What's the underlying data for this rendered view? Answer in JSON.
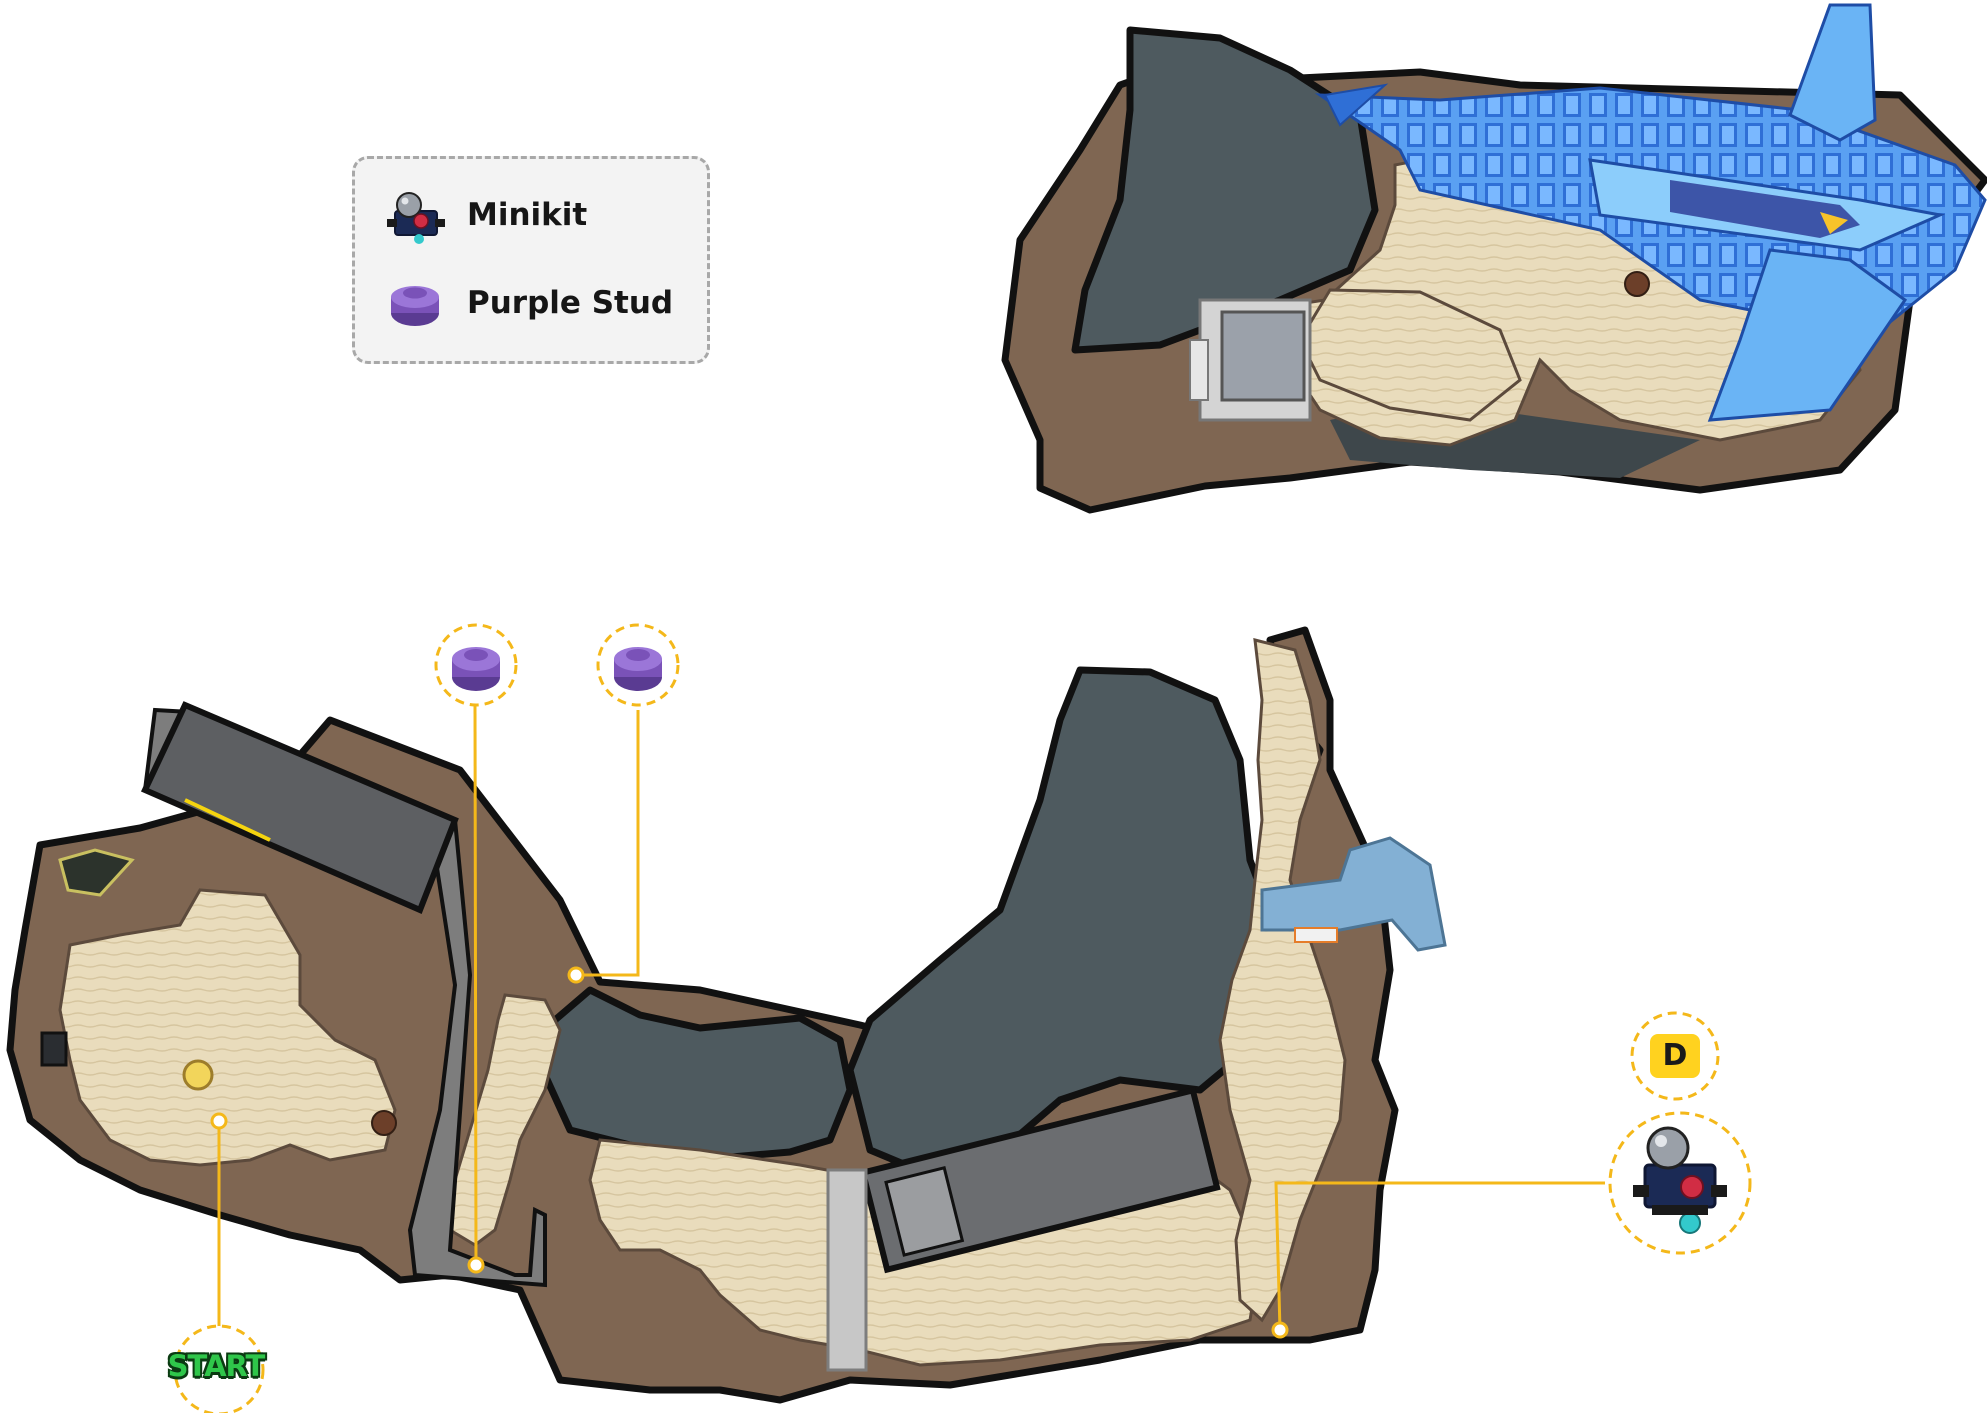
{
  "legend": {
    "items": [
      {
        "label": "Minikit",
        "icon": "minikit-icon"
      },
      {
        "label": "Purple Stud",
        "icon": "purple-stud-icon"
      }
    ]
  },
  "markers": {
    "start_label": "START",
    "door_label": "D"
  },
  "colors": {
    "sand": "#e9dcbc",
    "dirt": "#7f6652",
    "rock": "#4e5a5f",
    "ship_blue": "#3f86e8",
    "callout": "#f4b81a",
    "stud_purple": "#7a52b8",
    "start_green": "#2fc64a"
  },
  "icons": [
    "minikit-icon",
    "purple-stud-icon",
    "start-marker",
    "door-marker",
    "spaceship",
    "building"
  ]
}
